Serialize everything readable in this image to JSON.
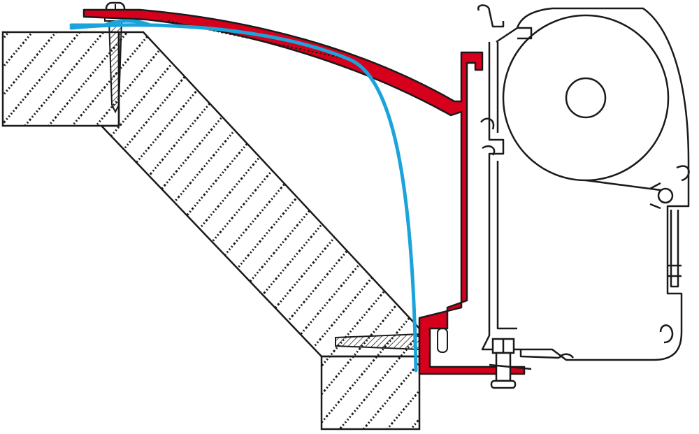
{
  "diagram": {
    "colors": {
      "background": "#ffffff",
      "outline": "#1a1a1a",
      "adapter_rail": "#d6001c",
      "weather_seal": "#1ba3dc",
      "hatch": "#1a1a1a",
      "bracket_fill": "#ffffff"
    },
    "components": [
      "wall-block-top",
      "wall-block-diagonal",
      "wall-block-bottom",
      "top-screw",
      "side-screw",
      "adapter-rail",
      "weather-seal",
      "awning-case",
      "awning-roller",
      "bolt-clamp"
    ]
  }
}
